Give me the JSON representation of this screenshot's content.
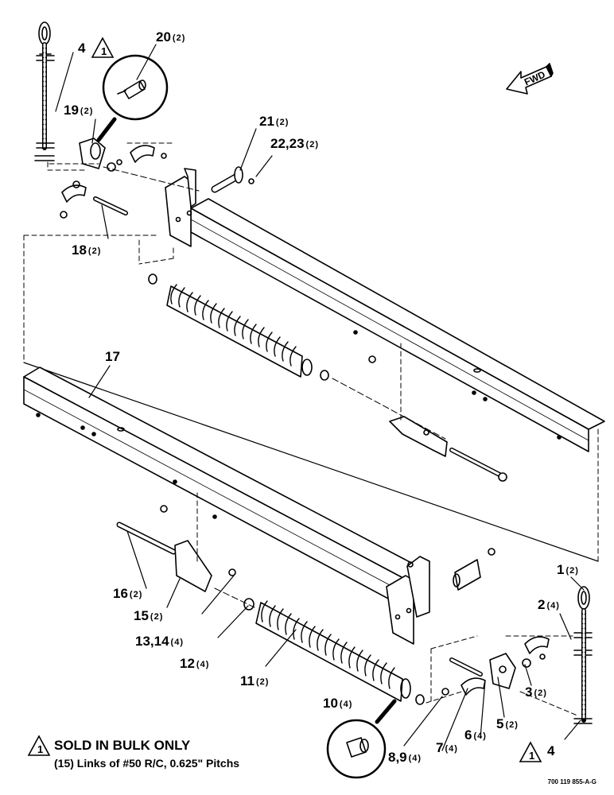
{
  "callouts": [
    {
      "id": "c20",
      "num": "20",
      "qty": "(2)"
    },
    {
      "id": "c4a",
      "num": "4",
      "qty": ""
    },
    {
      "id": "c19",
      "num": "19",
      "qty": "(2)"
    },
    {
      "id": "c21",
      "num": "21",
      "qty": "(2)"
    },
    {
      "id": "c2223",
      "num": "22,23",
      "qty": "(2)"
    },
    {
      "id": "c18",
      "num": "18",
      "qty": "(2)"
    },
    {
      "id": "c17",
      "num": "17",
      "qty": ""
    },
    {
      "id": "c1",
      "num": "1",
      "qty": "(2)"
    },
    {
      "id": "c2",
      "num": "2",
      "qty": "(4)"
    },
    {
      "id": "c16",
      "num": "16",
      "qty": "(2)"
    },
    {
      "id": "c15",
      "num": "15",
      "qty": "(2)"
    },
    {
      "id": "c1314",
      "num": "13,14",
      "qty": "(4)"
    },
    {
      "id": "c12",
      "num": "12",
      "qty": "(4)"
    },
    {
      "id": "c11",
      "num": "11",
      "qty": "(2)"
    },
    {
      "id": "c3",
      "num": "3",
      "qty": "(2)"
    },
    {
      "id": "c10",
      "num": "10",
      "qty": "(4)"
    },
    {
      "id": "c5",
      "num": "5",
      "qty": "(2)"
    },
    {
      "id": "c6",
      "num": "6",
      "qty": "(4)"
    },
    {
      "id": "c7",
      "num": "7",
      "qty": "(4)"
    },
    {
      "id": "c89",
      "num": "8,9",
      "qty": "(4)"
    },
    {
      "id": "c4b",
      "num": "4",
      "qty": ""
    }
  ],
  "triangle_mark": "1",
  "fwd_label": "FWD",
  "note": {
    "line1": "SOLD IN BULK ONLY",
    "line2": "(15) Links of #50 R/C, 0.625\" Pitchs"
  },
  "drawing_number": "700 119 855-A-G"
}
